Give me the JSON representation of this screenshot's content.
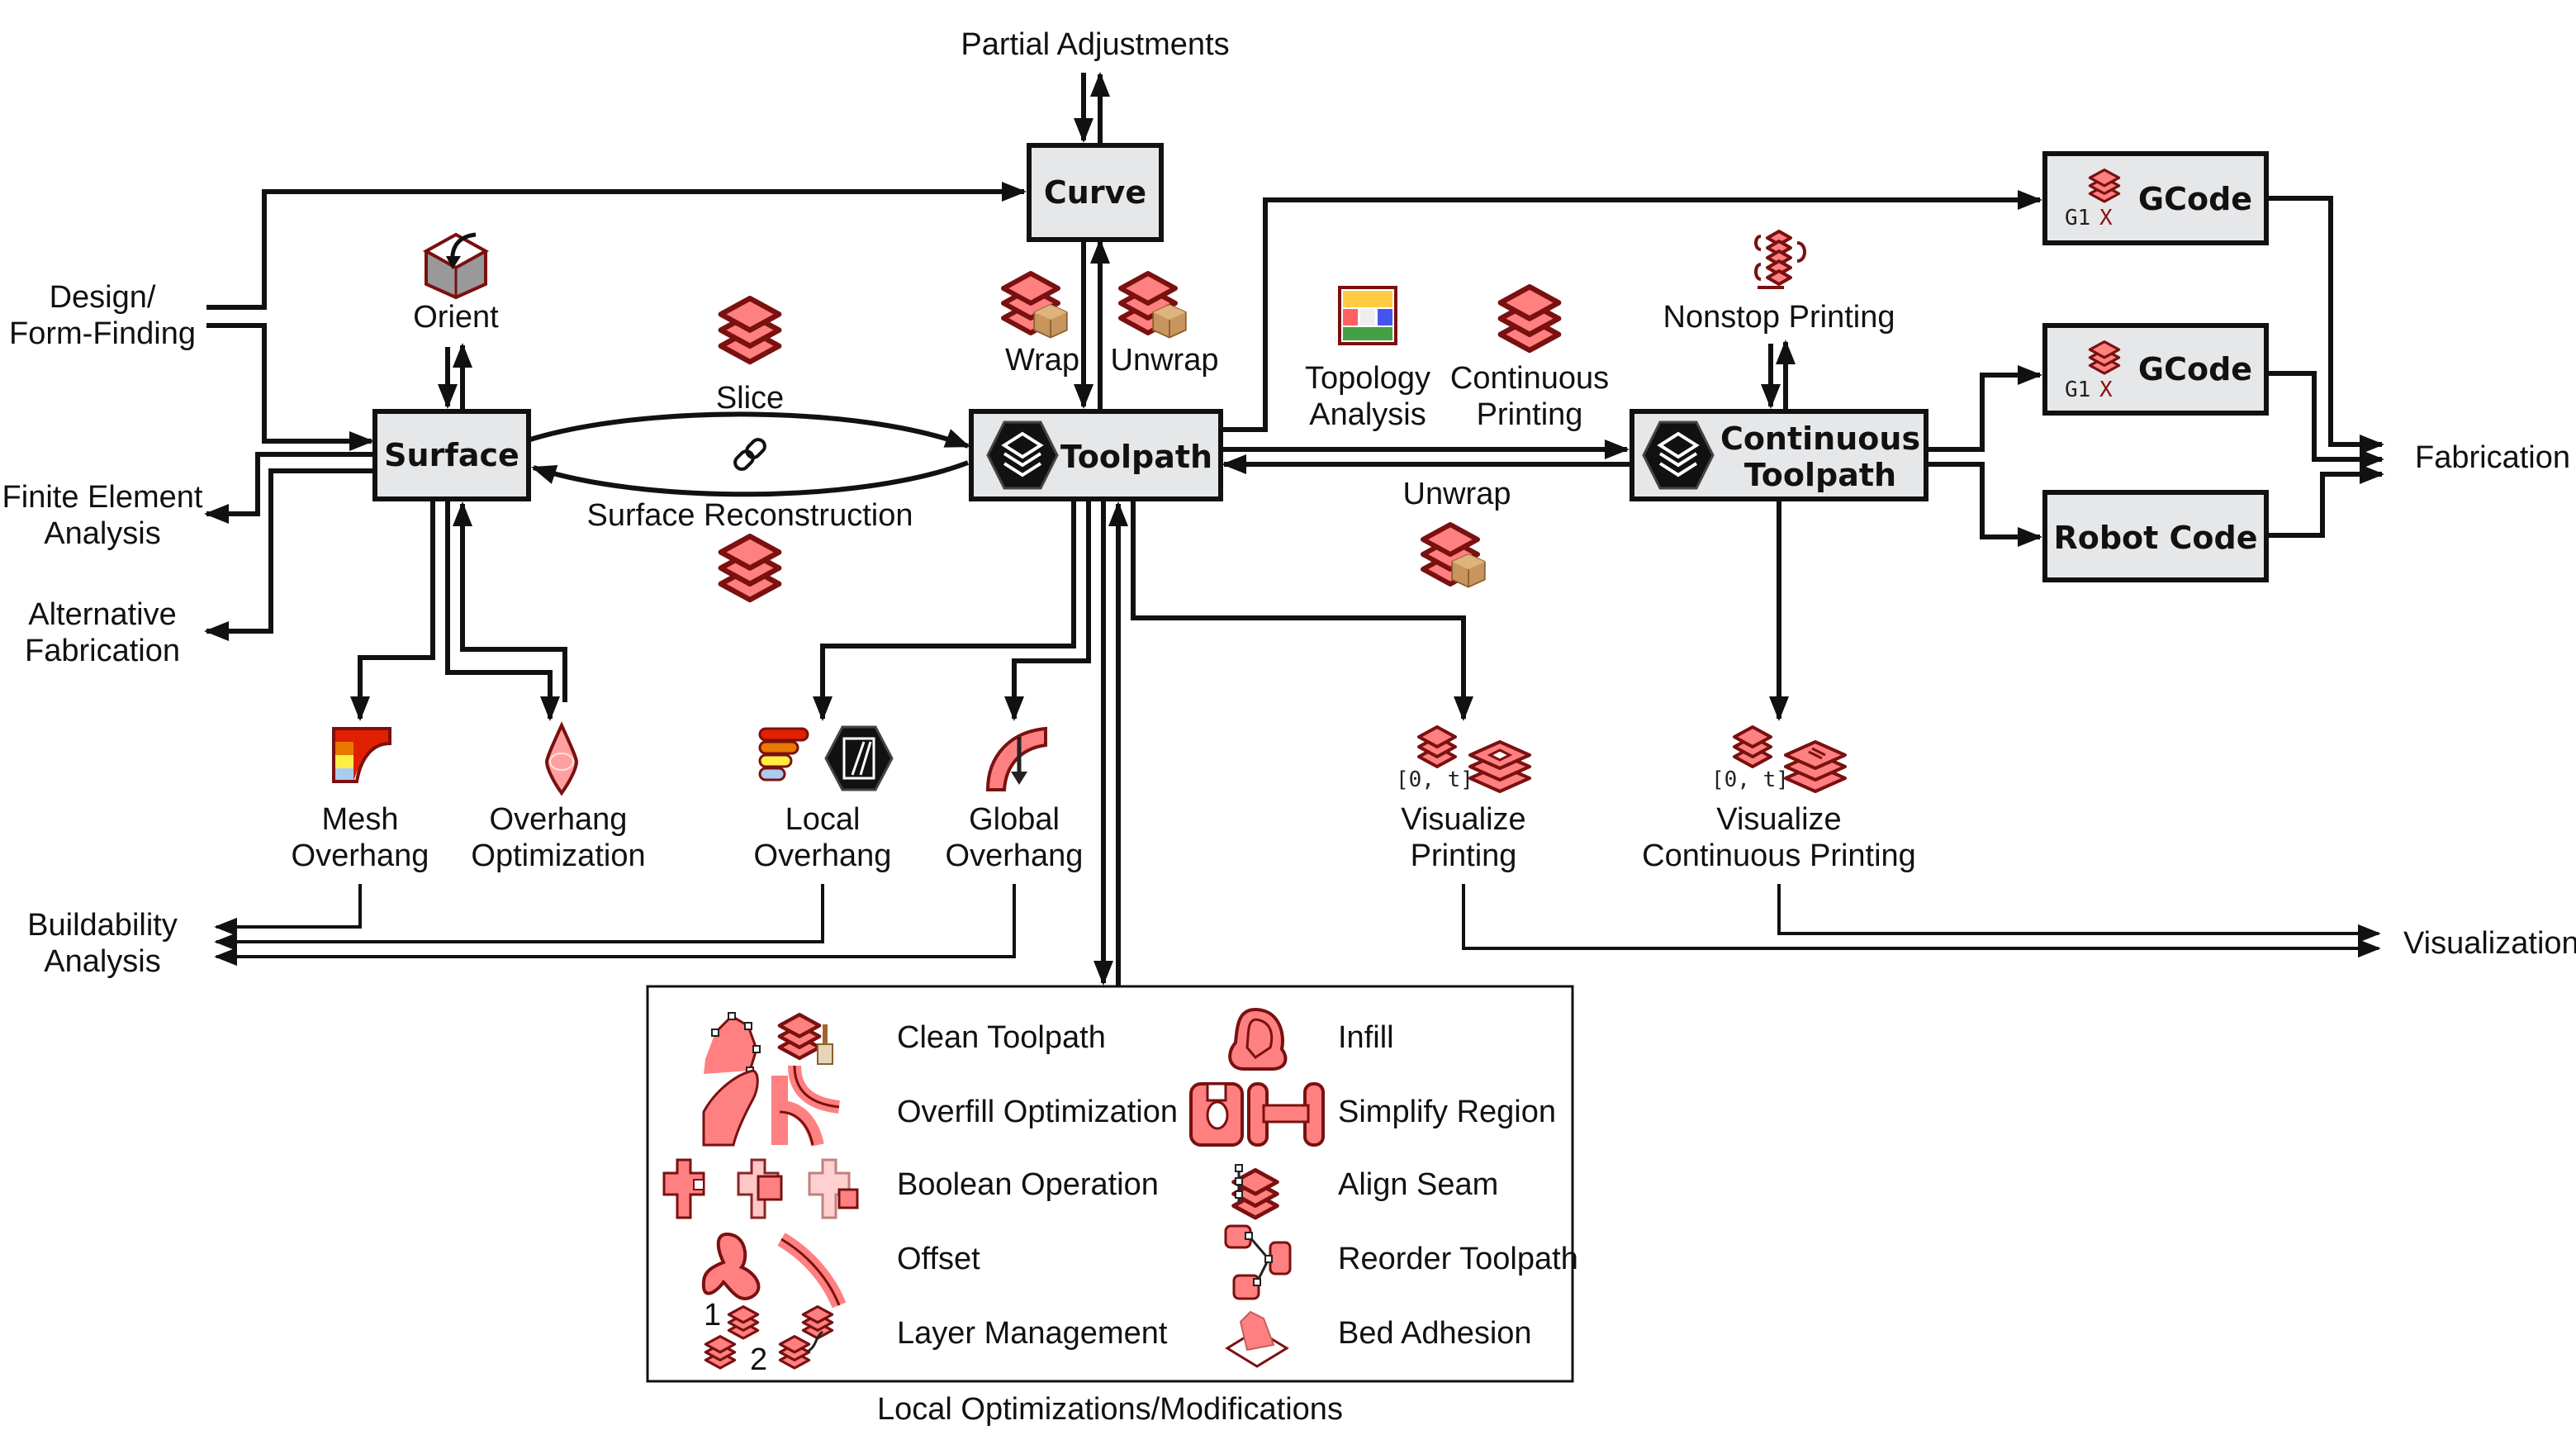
{
  "nodes": {
    "curve": "Curve",
    "surface": "Surface",
    "toolpath": "Toolpath",
    "continuous_toolpath": [
      "Continuous",
      "Toolpath"
    ],
    "gcode_1": "GCode",
    "gcode_2": "GCode",
    "robot_code": "Robot Code"
  },
  "external": {
    "partial_adjustments": "Partial Adjustments",
    "design": [
      "Design/",
      "Form-Finding"
    ],
    "finite_element": [
      "Finite Element",
      "Analysis"
    ],
    "alternative_fabrication": [
      "Alternative",
      "Fabrication"
    ],
    "buildability": [
      "Buildability",
      "Analysis"
    ],
    "fabrication": "Fabrication",
    "visualization": "Visualization"
  },
  "operations": {
    "orient": "Orient",
    "slice": "Slice",
    "surface_reconstruction": "Surface Reconstruction",
    "wrap": "Wrap",
    "unwrap_top": "Unwrap",
    "topology_analysis": [
      "Topology",
      "Analysis"
    ],
    "continuous_printing": [
      "Continuous",
      "Printing"
    ],
    "nonstop_printing": "Nonstop Printing",
    "unwrap_mid": "Unwrap",
    "mesh_overhang": [
      "Mesh",
      "Overhang"
    ],
    "overhang_optimization": [
      "Overhang",
      "Optimization"
    ],
    "local_overhang": [
      "Local",
      "Overhang"
    ],
    "global_overhang": [
      "Global",
      "Overhang"
    ],
    "visualize_printing": [
      "Visualize",
      "Printing"
    ],
    "visualize_continuous_printing": [
      "Visualize",
      "Continuous Printing"
    ]
  },
  "gcode_badge": {
    "g": "G1",
    "x": "X"
  },
  "time_range": "[0, t]",
  "local_optimizations": {
    "caption": "Local Optimizations/Modifications",
    "left": [
      "Clean Toolpath",
      "Overfill Optimization",
      "Boolean Operation",
      "Offset",
      "Layer Management"
    ],
    "right": [
      "Infill",
      "Simplify Region",
      "Align Seam",
      "Reorder Toolpath",
      "Bed Adhesion"
    ],
    "layer_numbers": [
      "1",
      "2"
    ]
  },
  "colors": {
    "box_fill": "#e6e7e9",
    "icon_red": "#ff8080",
    "icon_outline": "#7a1010",
    "hex_black": "#111111"
  }
}
